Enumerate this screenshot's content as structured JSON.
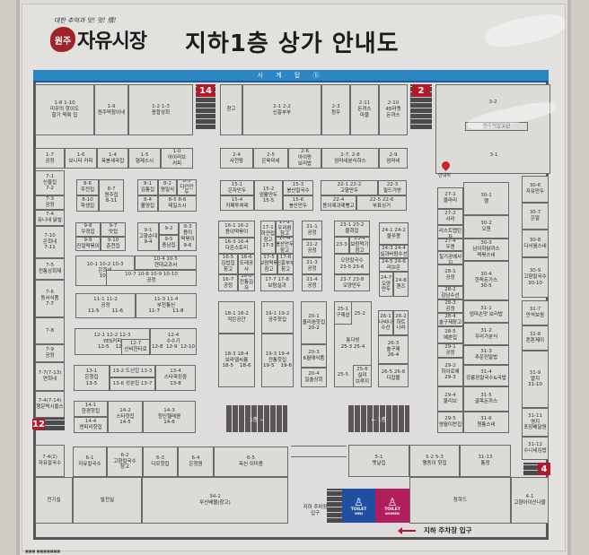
{
  "header": {
    "logo_tagline": "대한 추억과 맛! 멋! 情!",
    "logo_seal": "원주",
    "logo_name": "자유시장",
    "title": "지하1층 상가 안내도"
  },
  "street": {
    "label": "시 계 탑 ⓑ"
  },
  "badges": {
    "stair_14": "14",
    "stair_2": "2",
    "stair_12": "12",
    "stair_4": "4"
  },
  "info_desk": {
    "label": "안내처"
  },
  "stairs": {
    "left": "1층 →",
    "right": "← 1층"
  },
  "toilets": {
    "men": {
      "label": "TOILET",
      "sub": "MEN"
    },
    "women": {
      "label": "TOILET",
      "sub": "WOMEN"
    }
  },
  "parking": {
    "entrance_label": "지하 주차장 입구",
    "entrance_box": "지하 주차장\n입구"
  },
  "shops": {
    "r1_a": {
      "num": "1-8        1-10",
      "name": "미우의 핫이도\n할기 떡튀 집"
    },
    "r1_b": {
      "num": "1-9",
      "name": "원주떡참이네"
    },
    "r1_c": {
      "num": "1-2          1-3",
      "name": "종합상회"
    },
    "r1_d": {
      "num": "",
      "name": "창고"
    },
    "r1_e": {
      "num": "2-1          2-2",
      "name": "신흥부부"
    },
    "r1_f": {
      "num": "2-3",
      "name": "청우"
    },
    "r1_g": {
      "num": "2-11",
      "name": "돈까스\n마을"
    },
    "r1_h": {
      "num": "2-10",
      "name": "45마켓\n돈까스"
    },
    "r1_i": {
      "num": "3-2",
      "name": ""
    },
    "r1_j": {
      "num": "",
      "name": "원주떡방앗간"
    },
    "r1_k": {
      "num": "3-1",
      "name": ""
    },
    "r2_1_7": {
      "num": "1-7",
      "name": "공정"
    },
    "r2_1_6": {
      "num": "1-6",
      "name": "보니타 커피"
    },
    "r2_1_4": {
      "num": "1-4",
      "name": "옥봉새국집"
    },
    "r2_1_5": {
      "num": "1-5",
      "name": "형제스시"
    },
    "r2_1_0": {
      "num": "1-0",
      "name": "아이러브\n커피"
    },
    "r2_2_4": {
      "num": "2-4",
      "name": "사천왕"
    },
    "r2_2_5": {
      "num": "2-5",
      "name": "은육미네"
    },
    "r2_2_6": {
      "num": "2-6",
      "name": "아이랑\n보리밥"
    },
    "r2_2_7": {
      "num": "2-7, 2-8",
      "name": "엄마네분식하스"
    },
    "r2_2_9": {
      "num": "2-9",
      "name": "엄마네"
    },
    "left_7_1": {
      "num": "7-1",
      "name": "신율집\n7-2"
    },
    "left_7_3": {
      "num": "7-3",
      "name": "공정"
    },
    "left_7_4": {
      "num": "7-4",
      "name": "유니네 닭발"
    },
    "left_7_10": {
      "num": "7-10",
      "name": "은희네\n7-11"
    },
    "left_7_5": {
      "num": "7-5",
      "name": "전통상회재"
    },
    "left_7_6": {
      "num": "7-6",
      "name": "동서식품\n7-7"
    },
    "left_7_8": {
      "num": "7-8",
      "name": ""
    },
    "left_7_9": {
      "num": "7-9",
      "name": "공정"
    },
    "left_7_7b": {
      "num": "7-7(7-13)",
      "name": "연희네"
    },
    "left_7_4b": {
      "num": "7-4(7-14)",
      "name": "행운떡시울스"
    },
    "left_7_4c": {
      "num": "7-4(2)",
      "name": "자유칼국수"
    },
    "b8_6": {
      "num": "8-6",
      "name": "주전집"
    },
    "b8_7": {
      "num": "8-7",
      "name": "원주집\n8-11"
    },
    "b8_10": {
      "num": "8-10",
      "name": "학생집"
    },
    "b8_1": {
      "num": "8-1",
      "name": "김통집"
    },
    "b8_2": {
      "num": "8-2",
      "name": "명일식"
    },
    "b8_3": {
      "num": "8-3",
      "name": "다인만두"
    },
    "b8_4": {
      "num": "8-4",
      "name": "활양집"
    },
    "b8_5": {
      "num": "8-5        8-6",
      "name": "태일스시"
    },
    "b9_8": {
      "num": "9-8",
      "name": "우정집"
    },
    "b9_7": {
      "num": "9-7",
      "name": "맛집"
    },
    "b9_9": {
      "num": "9-9",
      "name": "진절떡볶이"
    },
    "b9_10": {
      "num": "9-10",
      "name": "춘천집"
    },
    "b9_1": {
      "num": "9-1",
      "name": "고향순대\n9-4"
    },
    "b9_2": {
      "num": "9-2",
      "name": ""
    },
    "b9_5": {
      "num": "9-5",
      "name": "충남집"
    },
    "b9_3": {
      "num": "9-3",
      "name": "용이\n떡볶이\n9-6"
    },
    "b10_a": {
      "num": "10-1    10-2    10-3",
      "name": "은희네\n10-6"
    },
    "b10_b": {
      "num": "10-4          10-5",
      "name": "현대교과서"
    },
    "b10_c": {
      "num": "10-7    10-8    10-9    10-10",
      "name": "공정"
    },
    "b11_a": {
      "num": "11-1        11-2",
      "name": "공정\n11-5        11-6"
    },
    "b11_b": {
      "num": "11-3        11-4",
      "name": "부천통신\n11-7        11-8"
    },
    "b12_a": {
      "num": "12-1    12-2    12-3",
      "name": "YES커피\n12-5    12-6"
    },
    "b12_7": {
      "num": "12-7",
      "name": "신비한타로"
    },
    "b12_4": {
      "num": "12-4",
      "name": "수수기\n12-8  12-9  12-10"
    },
    "b13_1": {
      "num": "13-1",
      "name": "은청집\n13-5"
    },
    "b13_2": {
      "num": "13-2  도선집  13-3",
      "name": ""
    },
    "b13_6": {
      "num": "13-6  성분집  13-7",
      "name": ""
    },
    "b13_4": {
      "num": "13-4",
      "name": "스타파킹중\n13-8"
    },
    "b14_1": {
      "num": "14-1",
      "name": "한경핫집"
    },
    "b14_4": {
      "num": "14-4",
      "name": "엔피리핫집"
    },
    "b14_2": {
      "num": "14-2",
      "name": "스타핫집\n14-5"
    },
    "b14_3": {
      "num": "14-3",
      "name": "청인헬레콤\n14-6"
    },
    "b15_1": {
      "num": "15-1",
      "name": "은자만두"
    },
    "b15_2": {
      "num": "15-2",
      "name": "엄활만두\n15-5"
    },
    "b15_3": {
      "num": "15-3",
      "name": "봉산칼국수"
    },
    "b15_4": {
      "num": "15-4",
      "name": "카페투쳐래"
    },
    "b15_6": {
      "num": "15-6",
      "name": "봉산만두"
    },
    "b22_1": {
      "num": "22-1        22-2",
      "name": "고향만두"
    },
    "b22_3": {
      "num": "22-3",
      "name": "필드가방"
    },
    "b22_4": {
      "num": "22-4",
      "name": "용이제과제빵고"
    },
    "b22_5": {
      "num": "22-5        22-6",
      "name": "부표싱거"
    },
    "b16_1": {
      "num": "16-1    16-2",
      "name": "용이떡볶이"
    },
    "b16_3": {
      "num": "16-3    16-4",
      "name": "다온스토리"
    },
    "b16_5": {
      "num": "16-5",
      "name": "김밥집\n창고"
    },
    "b16_6": {
      "num": "16-6",
      "name": "도레공사"
    },
    "b16_7": {
      "num": "16-7",
      "name": "공정"
    },
    "b16_8": {
      "num": "16-8",
      "name": "전통김자"
    },
    "b17_1": {
      "num": "17-1",
      "name": "하얀집\n창고\n17-3"
    },
    "b17_2": {
      "num": "17-2",
      "name": "우리팜\n창고"
    },
    "b17_4": {
      "num": "17-4",
      "name": "봉산만두\n창고"
    },
    "b17_5": {
      "num": "17-5",
      "name": "보람떡볶\n창고"
    },
    "b17_6": {
      "num": "17-6",
      "name": "신흥부부\n창고"
    },
    "b17_7": {
      "num": "17-7    17-8",
      "name": "보람실과"
    },
    "b21_1": {
      "num": "21-1",
      "name": "공정"
    },
    "b21_2": {
      "num": "21-2",
      "name": "공정"
    },
    "b21_3": {
      "num": "21-3",
      "name": "공정"
    },
    "b21_4": {
      "num": "21-4",
      "name": "공정"
    },
    "b23_1": {
      "num": "23-1    23-2",
      "name": "물회집"
    },
    "b23_3": {
      "num": "23-3",
      "name": ""
    },
    "b23_4": {
      "num": "23-4",
      "name": "보람떡기\n창고"
    },
    "b23_5": {
      "num": "오양칼국수",
      "name": "23-5    23-6"
    },
    "b23_7": {
      "num": "23-7    23-8",
      "name": "오양만두"
    },
    "b24_1": {
      "num": "24-1    24-2",
      "name": "물푸몽"
    },
    "b24_3": {
      "num": "24-3    24-4",
      "name": "실과바람수선"
    },
    "b24_5": {
      "num": "24-5    24-6",
      "name": "러브온"
    },
    "b24_7": {
      "num": "24-7",
      "name": "오양\n만두"
    },
    "b24_8": {
      "num": "24-8",
      "name": "핸즈"
    },
    "b18_1": {
      "num": "18-1    18-2",
      "name": "작은공간"
    },
    "b18_3": {
      "num": "18-3    18-4",
      "name": "보라델씨름\n18-5    18-6"
    },
    "b19_1": {
      "num": "19-1    19-2",
      "name": "공주핫집"
    },
    "b19_3": {
      "num": "19-3    19-4",
      "name": "전통핫집\n19-5    19-6"
    },
    "b20_1": {
      "num": "20-1",
      "name": "울리솜핫집\n20-2"
    },
    "b20_3": {
      "num": "20-3",
      "name": "6월에식품"
    },
    "b20_4": {
      "num": "20-4",
      "name": "일솔상회"
    },
    "b25_1": {
      "num": "25-1",
      "name": "구제샵"
    },
    "b25_2": {
      "num": "25-2",
      "name": ""
    },
    "b25_3": {
      "num": "통다방",
      "name": "25-3    25-4"
    },
    "b25_5": {
      "num": "25-5",
      "name": ""
    },
    "b25_6": {
      "num": "25-6",
      "name": "실미\n브루지"
    },
    "b26_1": {
      "num": "26-1",
      "name": "나비나\n수선"
    },
    "b26_2": {
      "num": "26-2",
      "name": "하트\n나라"
    },
    "b26_3": {
      "num": "26-3",
      "name": "솔구제\n26-4"
    },
    "b26_5": {
      "num": "26-5    26-6",
      "name": "디잡몰"
    },
    "b27_1": {
      "num": "27-1",
      "name": "클라리"
    },
    "b27_2": {
      "num": "27-2",
      "name": "사리"
    },
    "b27_3": {
      "num": "27-3",
      "name": "리스트랩탄자"
    },
    "b27_4": {
      "num": "27-4",
      "name": "우젠"
    },
    "b27_5": {
      "num": "27-5",
      "name": "칠기공예사지"
    },
    "b28_1": {
      "num": "28-1",
      "name": "공정"
    },
    "b28_2": {
      "num": "28-2",
      "name": "감남수선"
    },
    "b28_3": {
      "num": "28-3",
      "name": "공정"
    },
    "b28_4": {
      "num": "28-4",
      "name": "솔구제창고"
    },
    "b28_5": {
      "num": "28-5",
      "name": "예쁜집"
    },
    "b29_1": {
      "num": "29-1",
      "name": "공정"
    },
    "b29_2": {
      "num": "29-2",
      "name": "하이로쉐\n29-3"
    },
    "b29_4": {
      "num": "29-4",
      "name": "물리브"
    },
    "b29_5": {
      "num": "29-5",
      "name": "영월이찬집"
    },
    "b30_1": {
      "num": "30-1",
      "name": "행"
    },
    "b30_2": {
      "num": "30-2",
      "name": "오원"
    },
    "b30_3": {
      "num": "30-3",
      "name": "남이하닭까스\n떡볶스네"
    },
    "b30_4": {
      "num": "30-4",
      "name": "한독돈가스\n30-5"
    },
    "b31_1": {
      "num": "31-1",
      "name": "엄마손맛 보리밥"
    },
    "b31_2": {
      "num": "31-2",
      "name": "우리가분식"
    },
    "b31_3": {
      "num": "31-3",
      "name": "추운진말밥"
    },
    "b31_4": {
      "num": "31-4",
      "name": "강릉장칼국수&국밥"
    },
    "b31_5": {
      "num": "31-5",
      "name": "골목돈까스"
    },
    "b31_6": {
      "num": "31-6",
      "name": "원통스네"
    },
    "b30_6": {
      "num": "30-6",
      "name": "자유만두"
    },
    "b30_7": {
      "num": "30-7",
      "name": "은말"
    },
    "b30_8": {
      "num": "30-8",
      "name": "다서월스네"
    },
    "b30_9": {
      "num": "30-9",
      "name": "고향칼국수\n30-10"
    },
    "b31_7": {
      "num": "31-7",
      "name": "만석보쌈"
    },
    "b31_8": {
      "num": "31-8",
      "name": "튼튼제이"
    },
    "b31_9": {
      "num": "31-9",
      "name": "열지\n31-10"
    },
    "b31_11": {
      "num": "31-11",
      "name": "영지\n포장배달원"
    },
    "b31_12": {
      "num": "31-12",
      "name": "수니네김밥"
    },
    "b6_1": {
      "num": "6-1",
      "name": "자유칼국수"
    },
    "b6_2": {
      "num": "6-2",
      "name": "고향칼국수\n창고"
    },
    "b6_3": {
      "num": "6-3",
      "name": "다모핫집"
    },
    "b6_4": {
      "num": "6-4",
      "name": "은정원"
    },
    "b6_5": {
      "num": "6-5",
      "name": "옥신 이미용"
    },
    "b5_1": {
      "num": "5-1",
      "name": "맷날집"
    },
    "b5_2": {
      "num": "5-2        5-3",
      "name": "행동이 핫집"
    },
    "b31_13": {
      "num": "31-13",
      "name": "통정"
    },
    "elec": {
      "num": "",
      "name": "전기실"
    },
    "gen": {
      "num": "",
      "name": "발전실"
    },
    "b34_1": {
      "num": "34-1",
      "name": "무신배몰(창고)"
    },
    "storage": {
      "num": "",
      "name": "창하드"
    },
    "b4_1": {
      "num": "4-1",
      "name": "고향아이산나물"
    }
  },
  "footer": {
    "tag": "■■■ ■■■■■■■"
  }
}
